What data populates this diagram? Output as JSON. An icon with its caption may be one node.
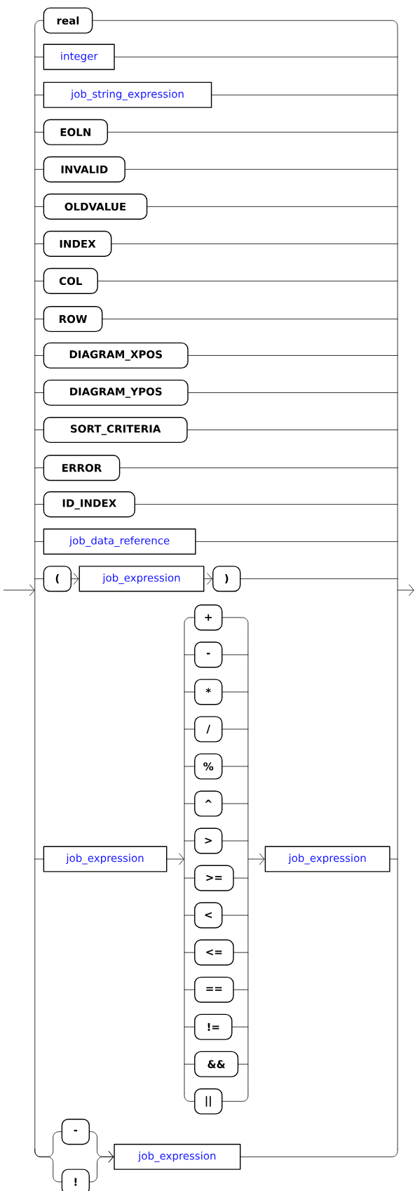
{
  "diagram": {
    "nodes": [
      {
        "text": [
          "real"
        ]
      },
      {
        "text": [
          "integer"
        ]
      },
      {
        "text": [
          "job_string_expression"
        ]
      },
      {
        "text": [
          "EOLN"
        ]
      },
      {
        "text": [
          "INVALID"
        ]
      },
      {
        "text": [
          "OLDVALUE"
        ]
      },
      {
        "text": [
          "INDEX"
        ]
      },
      {
        "text": [
          "COL"
        ]
      },
      {
        "text": [
          "ROW"
        ]
      },
      {
        "text": [
          "DIAGRAM_XPOS"
        ]
      },
      {
        "text": [
          "DIAGRAM_YPOS"
        ]
      },
      {
        "text": [
          "SORT_CRITERIA"
        ]
      },
      {
        "text": [
          "ERROR"
        ]
      },
      {
        "text": [
          "ID_INDEX"
        ]
      },
      {
        "text": [
          "job_data_reference"
        ]
      },
      {
        "text": [
          "("
        ]
      },
      {
        "text": [
          "job_expression"
        ]
      },
      {
        "text": [
          ")"
        ]
      },
      {
        "text": [
          "job_expression"
        ]
      },
      {
        "text": [
          "+"
        ]
      },
      {
        "text": [
          "-"
        ]
      },
      {
        "text": [
          "*"
        ]
      },
      {
        "text": [
          "/"
        ]
      },
      {
        "text": [
          "%"
        ]
      },
      {
        "text": [
          "^"
        ]
      },
      {
        "text": [
          ">"
        ]
      },
      {
        "text": [
          ">="
        ]
      },
      {
        "text": [
          "<"
        ]
      },
      {
        "text": [
          "<="
        ]
      },
      {
        "text": [
          "=="
        ]
      },
      {
        "text": [
          "!="
        ]
      },
      {
        "text": [
          "&&"
        ]
      },
      {
        "text": [
          "||"
        ]
      },
      {
        "text": [
          "job_expression"
        ]
      },
      {
        "text": [
          "-"
        ]
      },
      {
        "text": [
          "!"
        ]
      },
      {
        "text": [
          "job_expression"
        ]
      },
      {
        "text": [],
        "shape": "bar"
      },
      {
        "text": [],
        "shape": "bar"
      },
      {
        "text": [],
        "shape": "bar"
      },
      {
        "text": [],
        "shape": "bar"
      }
    ],
    "edges": [
      {
        "from": null,
        "to": 37,
        "arrow": "to"
      },
      {
        "from": 37,
        "to": 0,
        "arrow": "none"
      },
      {
        "from": 37,
        "to": 1,
        "arrow": "none"
      },
      {
        "from": 37,
        "to": 2,
        "arrow": "none"
      },
      {
        "from": 37,
        "to": 3,
        "arrow": "none"
      },
      {
        "from": 37,
        "to": 4,
        "arrow": "none"
      },
      {
        "from": 37,
        "to": 5,
        "arrow": "none"
      },
      {
        "from": 37,
        "to": 6,
        "arrow": "none"
      },
      {
        "from": 37,
        "to": 7,
        "arrow": "none"
      },
      {
        "from": 37,
        "to": 8,
        "arrow": "none"
      },
      {
        "from": 37,
        "to": 9,
        "arrow": "none"
      },
      {
        "from": 37,
        "to": 10,
        "arrow": "none"
      },
      {
        "from": 37,
        "to": 11,
        "arrow": "none"
      },
      {
        "from": 37,
        "to": 12,
        "arrow": "none"
      },
      {
        "from": 37,
        "to": 13,
        "arrow": "none"
      },
      {
        "from": 37,
        "to": 14,
        "arrow": "none"
      },
      {
        "from": 37,
        "to": 15,
        "arrow": "none"
      },
      {
        "from": 15,
        "to": 16,
        "arrow": "to"
      },
      {
        "from": 16,
        "to": 17,
        "arrow": "to"
      },
      {
        "from": 37,
        "to": 18,
        "arrow": "none"
      },
      {
        "from": 18,
        "to": 39,
        "arrow": "to"
      },
      {
        "from": 39,
        "to": 19,
        "arrow": "none"
      },
      {
        "from": 39,
        "to": 20,
        "arrow": "none"
      },
      {
        "from": 39,
        "to": 21,
        "arrow": "none"
      },
      {
        "from": 39,
        "to": 22,
        "arrow": "none"
      },
      {
        "from": 39,
        "to": 23,
        "arrow": "none"
      },
      {
        "from": 39,
        "to": 24,
        "arrow": "none"
      },
      {
        "from": 39,
        "to": 25,
        "arrow": "none"
      },
      {
        "from": 39,
        "to": 26,
        "arrow": "none"
      },
      {
        "from": 39,
        "to": 27,
        "arrow": "none"
      },
      {
        "from": 39,
        "to": 28,
        "arrow": "none"
      },
      {
        "from": 39,
        "to": 29,
        "arrow": "none"
      },
      {
        "from": 39,
        "to": 30,
        "arrow": "none"
      },
      {
        "from": 39,
        "to": 31,
        "arrow": "none"
      },
      {
        "from": 39,
        "to": 32,
        "arrow": "none"
      },
      {
        "from": 19,
        "to": 40,
        "arrow": "none"
      },
      {
        "from": 20,
        "to": 40,
        "arrow": "none"
      },
      {
        "from": 21,
        "to": 40,
        "arrow": "none"
      },
      {
        "from": 22,
        "to": 40,
        "arrow": "none"
      },
      {
        "from": 23,
        "to": 40,
        "arrow": "none"
      },
      {
        "from": 24,
        "to": 40,
        "arrow": "none"
      },
      {
        "from": 25,
        "to": 40,
        "arrow": "none"
      },
      {
        "from": 26,
        "to": 40,
        "arrow": "none"
      },
      {
        "from": 27,
        "to": 40,
        "arrow": "none"
      },
      {
        "from": 28,
        "to": 40,
        "arrow": "none"
      },
      {
        "from": 29,
        "to": 40,
        "arrow": "none"
      },
      {
        "from": 30,
        "to": 40,
        "arrow": "none"
      },
      {
        "from": 31,
        "to": 40,
        "arrow": "none"
      },
      {
        "from": 32,
        "to": 40,
        "arrow": "none"
      },
      {
        "from": 40,
        "to": 33,
        "arrow": "to"
      },
      {
        "from": 37,
        "to": 34,
        "arrow": "none"
      },
      {
        "from": 37,
        "to": 35,
        "arrow": "none"
      },
      {
        "from": 34,
        "to": 36,
        "arrow": "to"
      },
      {
        "from": 35,
        "to": 36,
        "arrow": "to"
      },
      {
        "from": 0,
        "to": 38,
        "arrow": "none"
      },
      {
        "from": 1,
        "to": 38,
        "arrow": "none"
      },
      {
        "from": 2,
        "to": 38,
        "arrow": "none"
      },
      {
        "from": 3,
        "to": 38,
        "arrow": "none"
      },
      {
        "from": 4,
        "to": 38,
        "arrow": "none"
      },
      {
        "from": 5,
        "to": 38,
        "arrow": "none"
      },
      {
        "from": 6,
        "to": 38,
        "arrow": "none"
      },
      {
        "from": 7,
        "to": 38,
        "arrow": "none"
      },
      {
        "from": 8,
        "to": 38,
        "arrow": "none"
      },
      {
        "from": 9,
        "to": 38,
        "arrow": "none"
      },
      {
        "from": 10,
        "to": 38,
        "arrow": "none"
      },
      {
        "from": 11,
        "to": 38,
        "arrow": "none"
      },
      {
        "from": 12,
        "to": 38,
        "arrow": "none"
      },
      {
        "from": 13,
        "to": 38,
        "arrow": "none"
      },
      {
        "from": 14,
        "to": 38,
        "arrow": "none"
      },
      {
        "from": 17,
        "to": 38,
        "arrow": "none"
      },
      {
        "from": 33,
        "to": 38,
        "arrow": "none"
      },
      {
        "from": 36,
        "to": 38,
        "arrow": "none"
      },
      {
        "from": 38,
        "to": null,
        "arrow": "to"
      }
    ]
  }
}
